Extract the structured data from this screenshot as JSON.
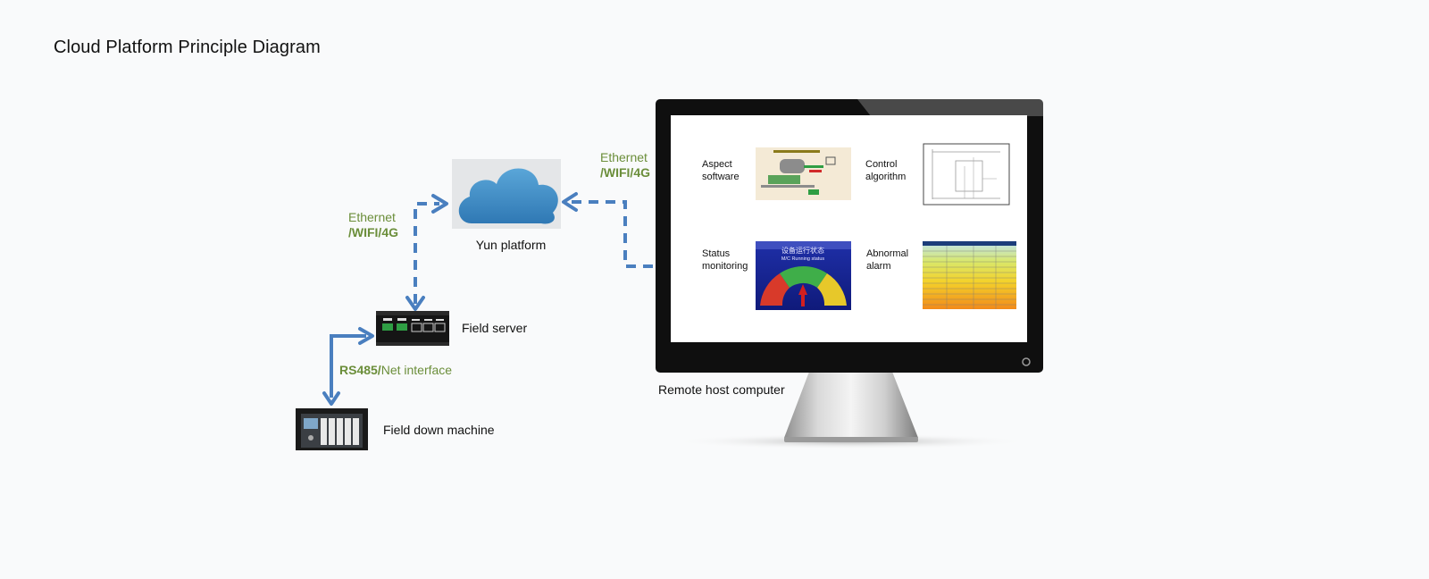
{
  "title": "Cloud Platform Principle Diagram",
  "colors": {
    "arrow_blue": "#4a7fbf",
    "label_green": "#6b8e3a",
    "screen_bg": "#ffffff",
    "monitor_black": "#111111"
  },
  "nodes": {
    "cloud": {
      "label": "Yun platform",
      "icon": "cloud-icon"
    },
    "field_server": {
      "label": "Field server",
      "icon": "gateway-device-icon"
    },
    "field_down_machine": {
      "label": "Field down machine",
      "icon": "plc-device-icon"
    },
    "remote_host": {
      "label": "Remote host computer",
      "icon": "monitor-icon"
    }
  },
  "links": {
    "cloud_to_server": {
      "line1": "Ethernet",
      "line2": "/WIFI/4G"
    },
    "cloud_to_host": {
      "line1": "Ethernet",
      "line2": "/WIFI/4G"
    },
    "server_to_machine": {
      "bold": "RS485/",
      "normal": "Net interface"
    }
  },
  "screen_items": [
    {
      "line1": "Aspect",
      "line2": "software",
      "thumb": "scada-process-thumbnail"
    },
    {
      "line1": "Control",
      "line2": "algorithm",
      "thumb": "control-schematic-thumbnail"
    },
    {
      "line1": "Status",
      "line2": "monitoring",
      "thumb": "gauge-status-thumbnail"
    },
    {
      "line1": "Abnormal",
      "line2": "alarm",
      "thumb": "alarm-table-thumbnail"
    }
  ],
  "gauge_thumb": {
    "line1": "设备运行状态",
    "line2": "M/C Running status"
  }
}
